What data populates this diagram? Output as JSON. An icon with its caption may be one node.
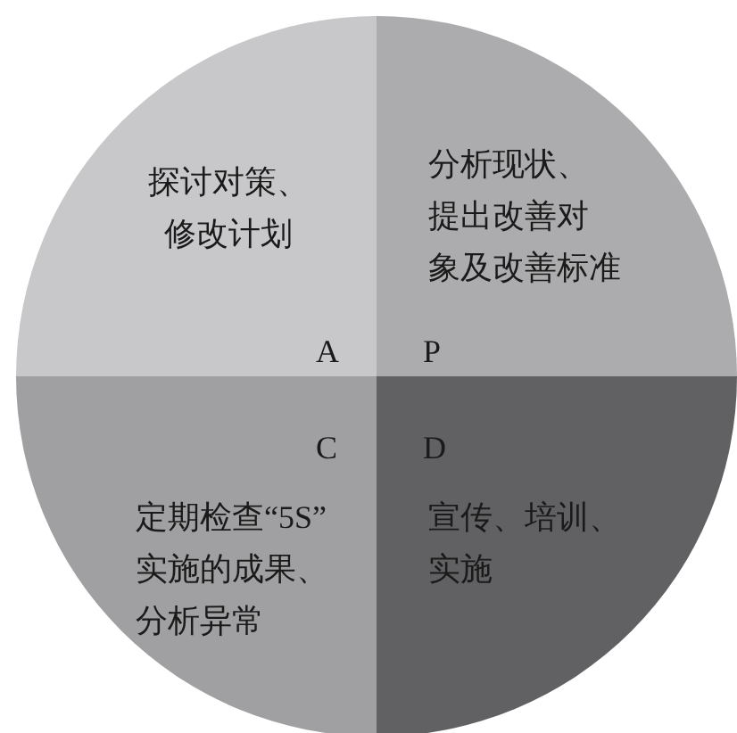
{
  "diagram": {
    "nodes": [
      {
        "text": [
          "探讨对策、修改计划",
          "A"
        ]
      },
      {
        "text": [
          "分析现状、提出改善对象及改善标准",
          "P"
        ]
      },
      {
        "text": [
          "C",
          "定期检查“5S”实施的成果、分析异常"
        ]
      },
      {
        "text": [
          "D",
          "宣传、培训、实施"
        ]
      }
    ]
  }
}
